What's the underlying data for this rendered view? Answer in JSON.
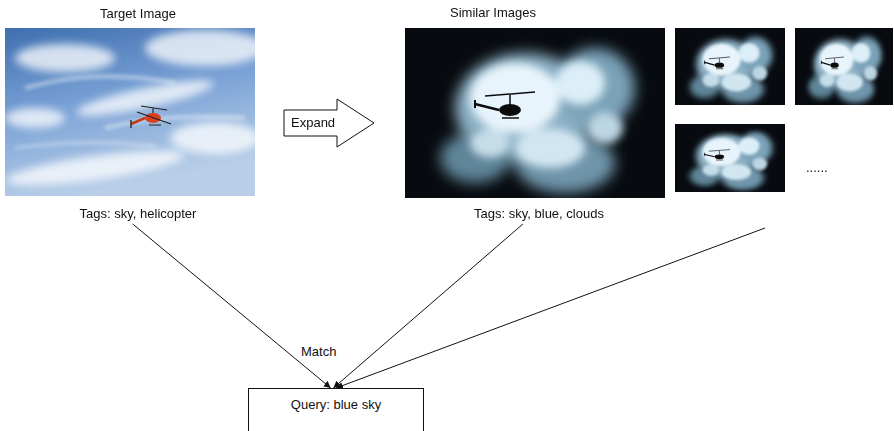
{
  "diagram": {
    "nodes": [
      {
        "text": [
          "Target Image",
          "Tags: sky, helicopter"
        ]
      },
      {
        "text": [
          "Expand"
        ]
      },
      {
        "text": [
          "Similar Images"
        ]
      },
      {
        "text": [
          "Tags: sky, blue, clouds"
        ],
        "in": 2
      },
      {
        "text": [
          "Query: blue sky"
        ]
      }
    ],
    "edges": [
      {
        "from": 0,
        "to": 4,
        "arrow": "to"
      },
      {
        "from": 3,
        "to": 4,
        "arrow": "to"
      },
      {
        "from": 2,
        "to": 4,
        "arrow": "to"
      }
    ],
    "labels": [
      "......",
      "Match"
    ]
  }
}
